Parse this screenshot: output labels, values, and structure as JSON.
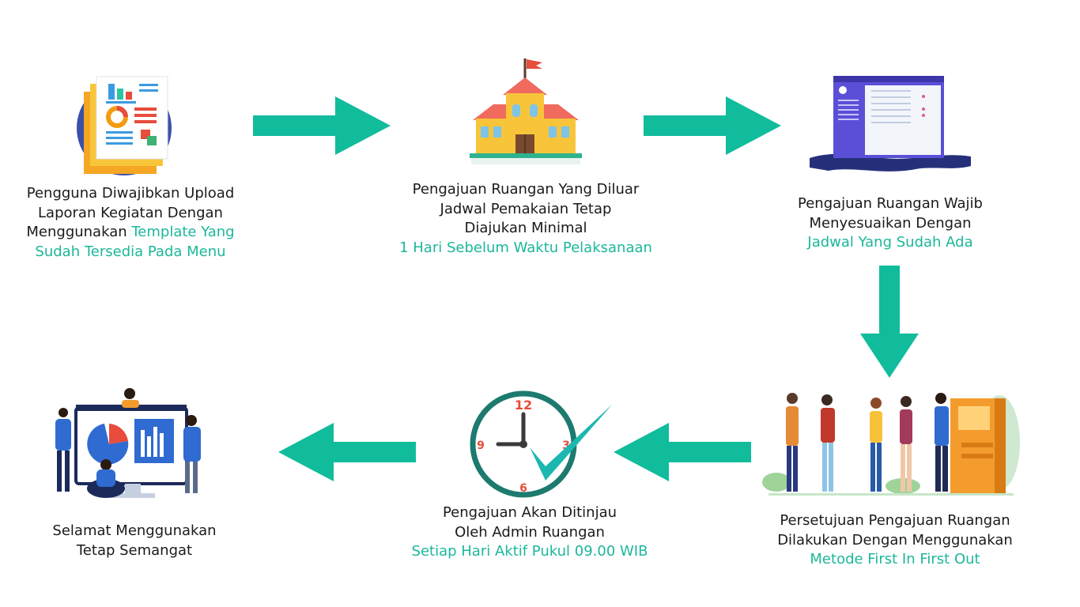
{
  "colors": {
    "accent": "#1cb79b",
    "arrow": "#11bc9d",
    "text": "#1a1a1a"
  },
  "steps": [
    {
      "icon": "report-document-icon",
      "lines": [
        "Pengguna Diwajibkan Upload",
        "Laporan Kegiatan Dengan",
        "Menggunakan "
      ],
      "highlight": [
        "Template Yang",
        "Sudah Tersedia Pada Menu"
      ]
    },
    {
      "icon": "school-building-icon",
      "lines": [
        "Pengajuan Ruangan Yang Diluar",
        "Jadwal Pemakaian Tetap",
        "Diajukan Minimal"
      ],
      "highlight": [
        "1 Hari Sebelum Waktu Pelaksanaan"
      ]
    },
    {
      "icon": "laptop-schedule-icon",
      "lines": [
        "Pengajuan Ruangan Wajib",
        "Menyesuaikan Dengan"
      ],
      "highlight": [
        "Jadwal Yang Sudah Ada"
      ]
    },
    {
      "icon": "people-queue-icon",
      "lines": [
        "Persetujuan Pengajuan Ruangan",
        "Dilakukan Dengan Menggunakan"
      ],
      "highlight": [
        "Metode First In First Out"
      ]
    },
    {
      "icon": "clock-check-icon",
      "lines": [
        "Pengajuan Akan Ditinjau",
        "Oleh Admin Ruangan"
      ],
      "highlight": [
        "Setiap Hari Aktif Pukul 09.00 WIB"
      ]
    },
    {
      "icon": "team-dashboard-icon",
      "lines": [
        "Selamat Menggunakan",
        "Tetap Semangat"
      ],
      "highlight": []
    }
  ],
  "clock_numbers": {
    "top": "12",
    "left": "9",
    "bottom": "6",
    "right": "3"
  },
  "arrows": [
    "arrow-right",
    "arrow-right",
    "arrow-down",
    "arrow-left",
    "arrow-left"
  ]
}
